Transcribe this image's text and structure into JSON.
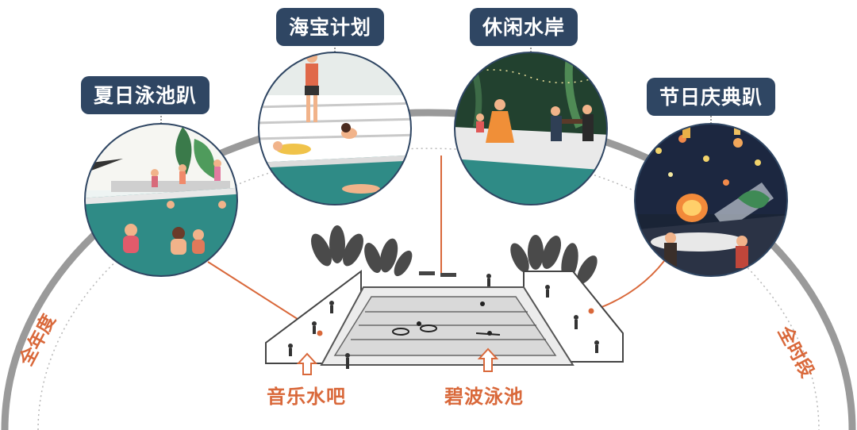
{
  "labels": {
    "summer_pool_party": "夏日泳池趴",
    "sea_treasure_plan": "海宝计划",
    "leisure_waterfront": "休闲水岸",
    "festival_party": "节日庆典趴",
    "music_water_bar": "音乐水吧",
    "blue_wave_pool": "碧波泳池",
    "all_year": "全年度",
    "all_time": "全时段"
  },
  "colors": {
    "pill_bg": "#2f4663",
    "accent_orange": "#d9683a",
    "arc_gray": "#9a9a9a",
    "pool_teal": "#2f8b86",
    "night_sky": "#1a2436"
  }
}
